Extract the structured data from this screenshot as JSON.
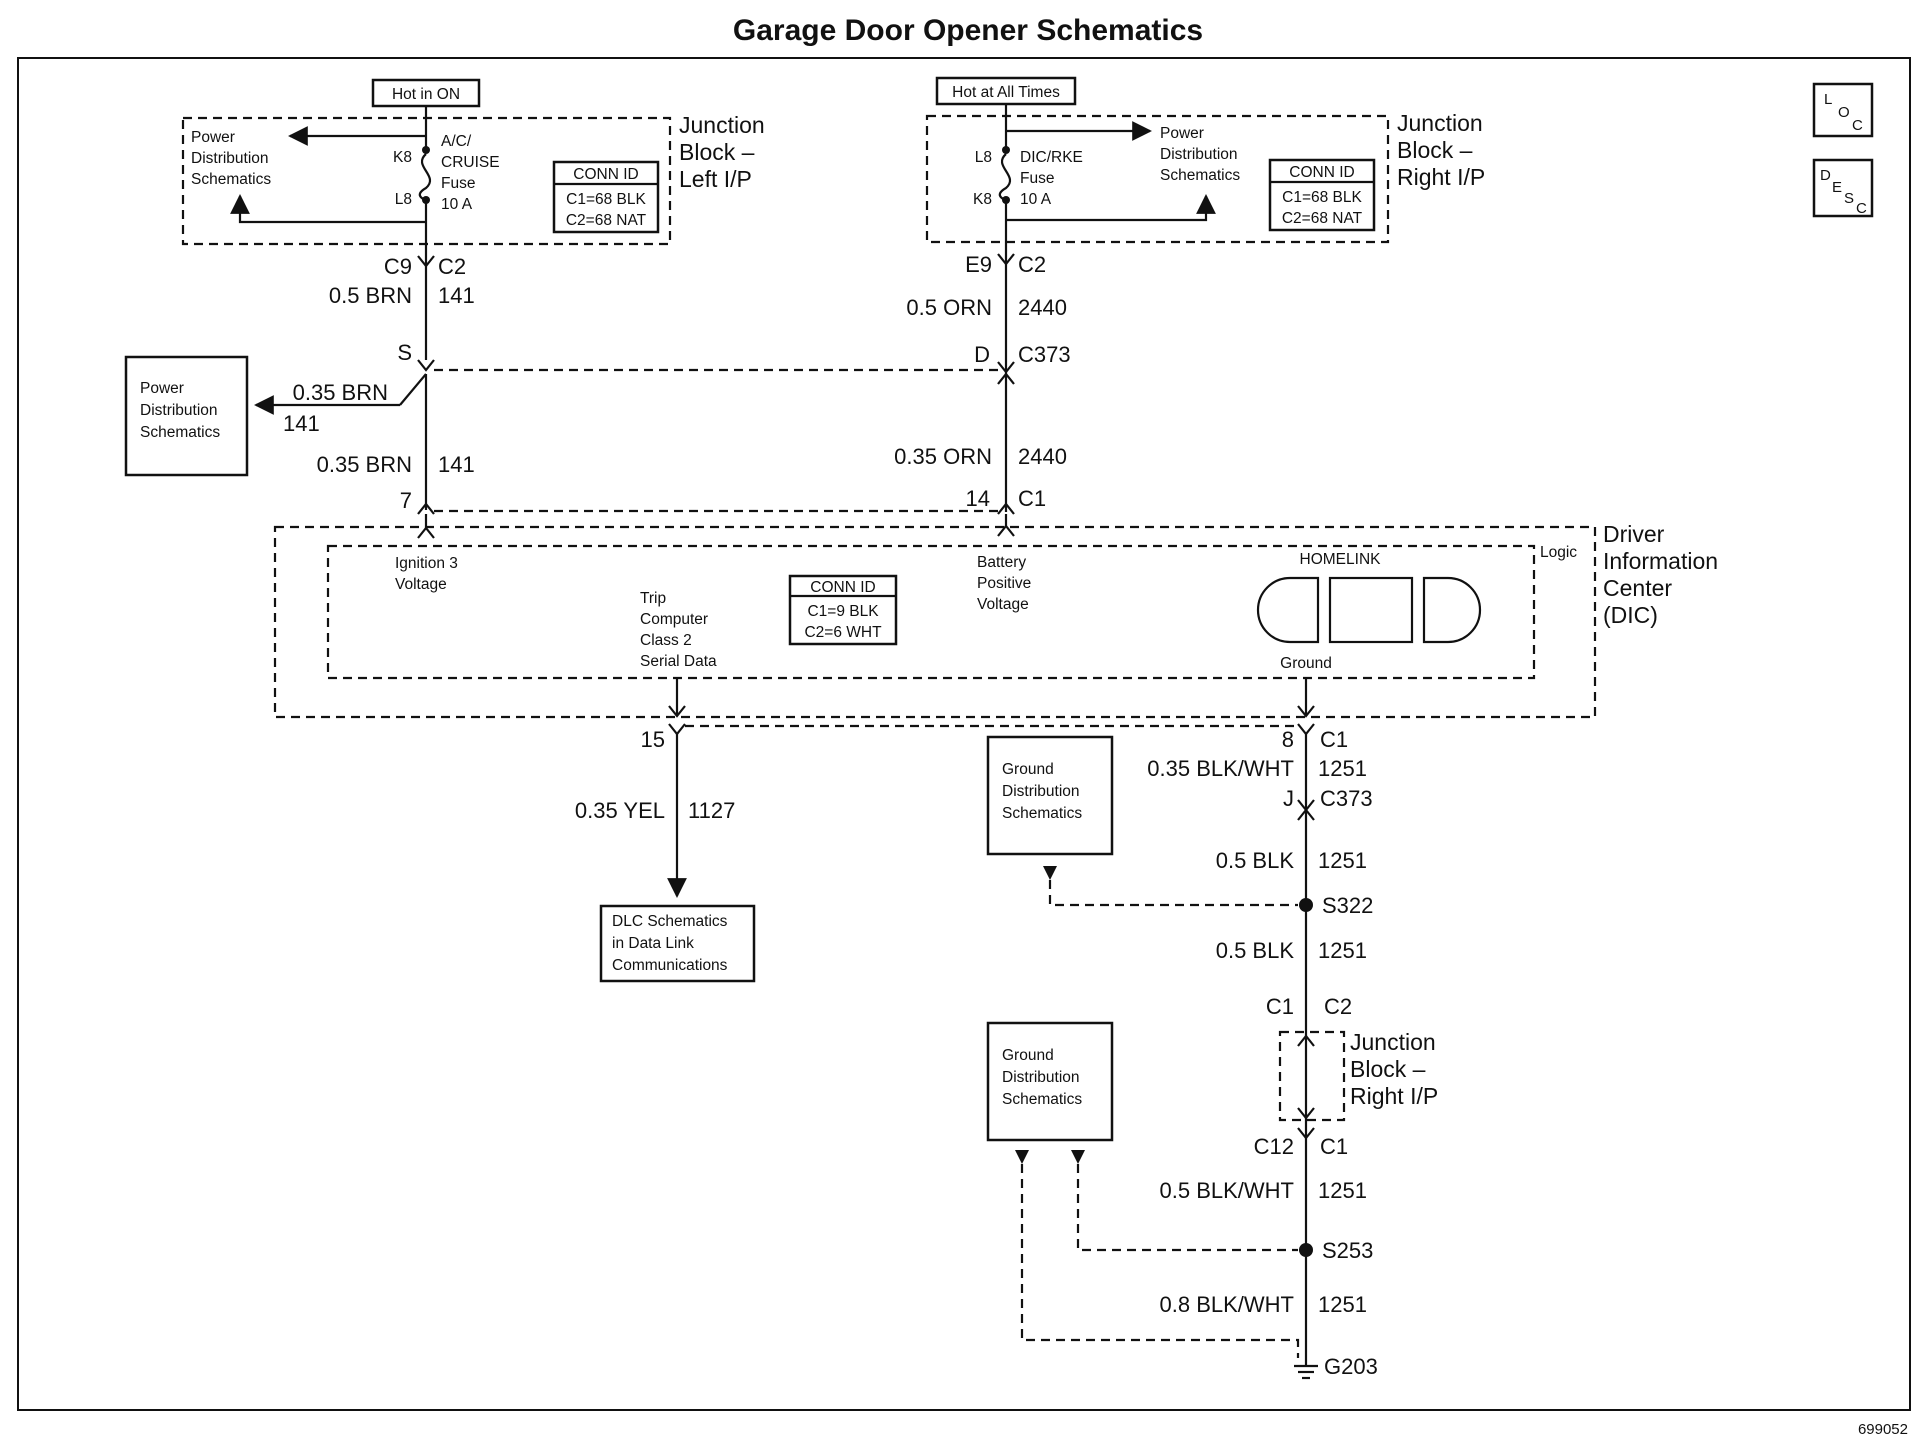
{
  "title": "Garage Door Opener Schematics",
  "figure_number": "699052",
  "icons": {
    "loc": [
      "L",
      "O",
      "C"
    ],
    "desc": [
      "D",
      "E",
      "S",
      "C"
    ]
  },
  "supply_left": {
    "tag": "Hot in ON",
    "fuse": [
      "A/C/",
      "CRUISE",
      "Fuse",
      "10 A"
    ],
    "pin_top": "K8",
    "pin_bottom": "L8",
    "pds": [
      "Power",
      "Distribution",
      "Schematics"
    ],
    "conn_id": [
      "CONN ID",
      "C1=68 BLK",
      "C2=68 NAT"
    ],
    "junction": [
      "Junction",
      "Block –",
      "Left I/P"
    ]
  },
  "supply_right": {
    "tag": "Hot at All Times",
    "fuse": [
      "DIC/RKE",
      "Fuse",
      "10 A"
    ],
    "pin_top": "L8",
    "pin_bottom": "K8",
    "pds": [
      "Power",
      "Distribution",
      "Schematics"
    ],
    "conn_id": [
      "CONN ID",
      "C1=68 BLK",
      "C2=68 NAT"
    ],
    "junction": [
      "Junction",
      "Block –",
      "Right I/P"
    ]
  },
  "left_circuit": {
    "conn_pin": "C9",
    "conn_name": "C2",
    "wire1_color": "0.5 BRN",
    "wire1_circuit": "141",
    "splice_letter": "S",
    "branch_color": "0.35 BRN",
    "branch_circuit": "141",
    "branch_box": [
      "Power",
      "Distribution",
      "Schematics"
    ],
    "wire2_color": "0.35 BRN",
    "wire2_circuit": "141",
    "dic_pin": "7"
  },
  "right_circuit": {
    "conn_pin": "E9",
    "conn_name": "C2",
    "wire1_color": "0.5 ORN",
    "wire1_circuit": "2440",
    "inline_pin": "D",
    "inline_name": "C373",
    "wire2_color": "0.35 ORN",
    "wire2_circuit": "2440",
    "dic_pin": "14",
    "dic_conn": "C1"
  },
  "dic": {
    "name": [
      "Driver",
      "Information",
      "Center",
      "(DIC)"
    ],
    "logic": "Logic",
    "ign_label": [
      "Ignition 3",
      "Voltage"
    ],
    "batt_label": [
      "Battery",
      "Positive",
      "Voltage"
    ],
    "trip_label": [
      "Trip",
      "Computer",
      "Class 2",
      "Serial Data"
    ],
    "conn_id": [
      "CONN ID",
      "C1=9 BLK",
      "C2=6 WHT"
    ],
    "homelink": "HOMELINK",
    "ground_label": "Ground"
  },
  "serial_data": {
    "pin": "15",
    "wire_color": "0.35 YEL",
    "wire_circuit": "1127",
    "dlc_box": [
      "DLC Schematics",
      "in Data Link",
      "Communications"
    ]
  },
  "ground_path": {
    "pin": "8",
    "conn": "C1",
    "w1_color": "0.35 BLK/WHT",
    "w1_circuit": "1251",
    "inline_pin": "J",
    "inline_name": "C373",
    "w2_color": "0.5 BLK",
    "w2_circuit": "1251",
    "splice1": "S322",
    "w3_color": "0.5 BLK",
    "w3_circuit": "1251",
    "jb_c1": "C1",
    "jb_c2": "C2",
    "junction": [
      "Junction",
      "Block –",
      "Right I/P"
    ],
    "jb_out_pin": "C12",
    "jb_out_conn": "C1",
    "w4_color": "0.5 BLK/WHT",
    "w4_circuit": "1251",
    "splice2": "S253",
    "w5_color": "0.8 BLK/WHT",
    "w5_circuit": "1251",
    "ground": "G203",
    "gds_box1": [
      "Ground",
      "Distribution",
      "Schematics"
    ],
    "gds_box2": [
      "Ground",
      "Distribution",
      "Schematics"
    ]
  }
}
